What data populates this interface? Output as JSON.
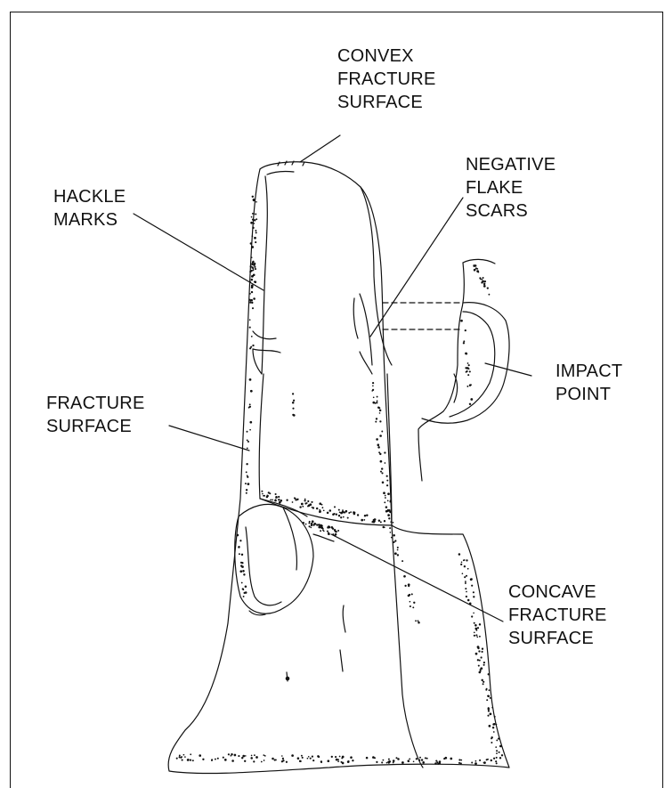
{
  "labels": {
    "convex": [
      "CONVEX",
      "FRACTURE",
      "SURFACE"
    ],
    "hackle": [
      "HACKLE",
      "MARKS"
    ],
    "negative": [
      "NEGATIVE",
      "FLAKE",
      "SCARS"
    ],
    "fracture": [
      "FRACTURE",
      "SURFACE"
    ],
    "impact": [
      "IMPACT",
      "POINT"
    ],
    "concave": [
      "CONCAVE",
      "FRACTURE",
      "SURFACE"
    ]
  }
}
